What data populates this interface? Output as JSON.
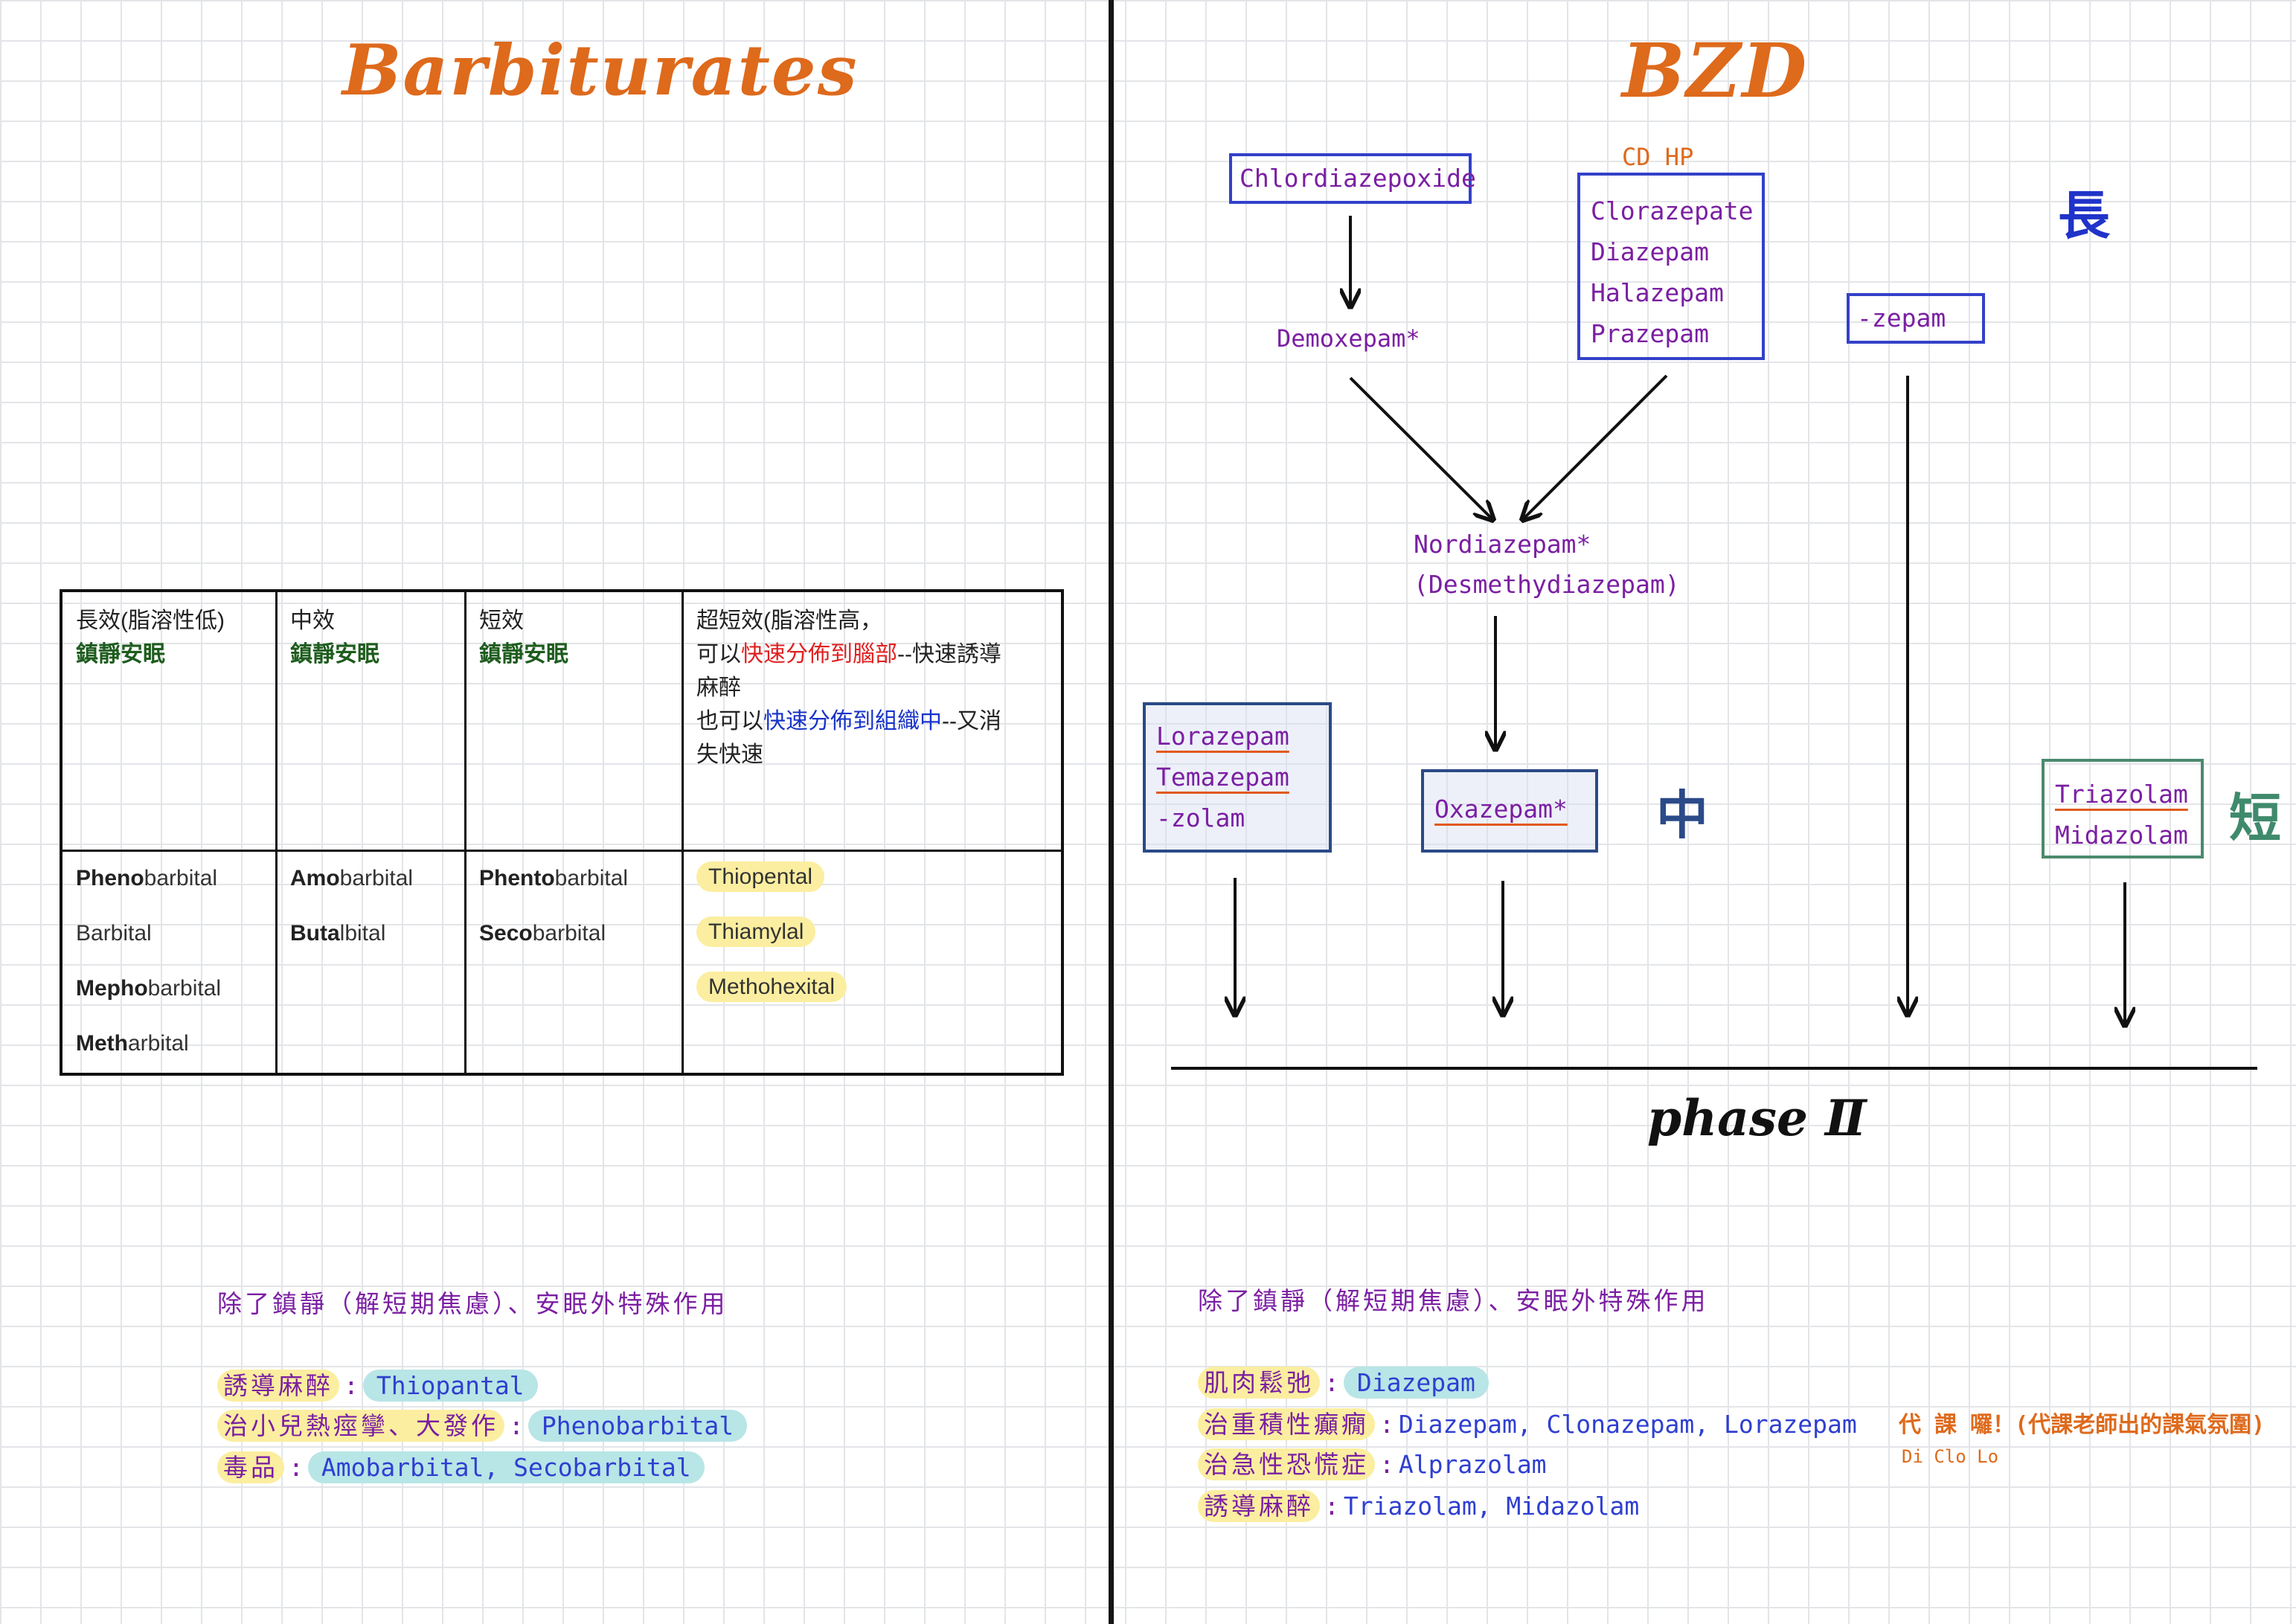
{
  "left": {
    "title": "Barbiturates",
    "table": {
      "headers": [
        {
          "lead": "長效(脂溶性低)",
          "tag": "鎮靜安眠"
        },
        {
          "lead": "中效",
          "tag": "鎮靜安眠"
        },
        {
          "lead": "短效",
          "tag": "鎮靜安眠"
        },
        {
          "lead": "超短效(脂溶性高，",
          "l2a": "可以",
          "l2b": "快速分佈到腦部",
          "l2c": "--快速誘導",
          "l3": "麻醉",
          "l4a": "也可以",
          "l4b": "快速分佈到組織中",
          "l4c": "--又消",
          "l5": "失快速"
        }
      ],
      "col1": [
        {
          "bold": "Pheno",
          "rest": "barbital"
        },
        {
          "bold": "",
          "rest": "Barbital"
        },
        {
          "bold": "Mepho",
          "rest": "barbital"
        },
        {
          "bold": "Meth",
          "rest": "arbital"
        }
      ],
      "col2": [
        {
          "bold": "Amo",
          "rest": "barbital"
        },
        {
          "bold": "Buta",
          "rest": "lbital"
        }
      ],
      "col3": [
        {
          "bold": "Phento",
          "rest": "barbital"
        },
        {
          "bold": "Seco",
          "rest": "barbital"
        }
      ],
      "col4": [
        "Thiopental",
        "Thiamylal",
        "Methohexital"
      ]
    },
    "notes": {
      "heading": "除了鎮靜（解短期焦慮）、安眠外特殊作用",
      "rows": [
        {
          "label": "誘導麻醉",
          "value": "Thiopantal"
        },
        {
          "label": "治小兒熱痙攣、大發作",
          "value": "Phenobarbital"
        },
        {
          "label": "毒品",
          "value": "Amobarbital, Secobarbital"
        }
      ]
    }
  },
  "right": {
    "title": "BZD",
    "cd_hp": "CD   HP",
    "chlordiazepoxide": "Chlordiazepoxide",
    "demoxepam": "Demoxepam*",
    "long_group": [
      "Clorazepate",
      "Diazepam",
      "Halazepam",
      "Prazepam"
    ],
    "zepam": "-zepam",
    "nordiazepam": "Nordiazepam*",
    "desmethyl": "(Desmethydiazepam)",
    "lora_group": [
      "Lorazepam",
      "Temazepam",
      "-zolam"
    ],
    "oxazepam": "Oxazepam*",
    "short_group": [
      "Triazolam",
      "Midazolam"
    ],
    "long_mark": "長",
    "mid_mark": "中",
    "short_mark": "短",
    "phase": "phase Ⅱ",
    "notes": {
      "heading": "除了鎮靜（解短期焦慮）、安眠外特殊作用",
      "rows": [
        {
          "label": "肌肉鬆弛",
          "value": "Diazepam"
        },
        {
          "label": "治重積性癲癇",
          "value": "Diazepam, Clonazepam, Lorazepam"
        },
        {
          "label": "治急性恐慌症",
          "value": "Alprazolam"
        },
        {
          "label": "誘導麻醉",
          "value": "Triazolam, Midazolam"
        }
      ],
      "aside": "代 課 囉！(代課老師出的課氣氛圍)",
      "aside_sub": "Di  Clo  Lo"
    }
  },
  "colors": {
    "orange": "#de6a1c",
    "purple": "#7b1fa2",
    "box_blue": "#3341c9",
    "teal_highlight": "#b8e5e6",
    "yellow_highlight": "#fbeea0"
  }
}
